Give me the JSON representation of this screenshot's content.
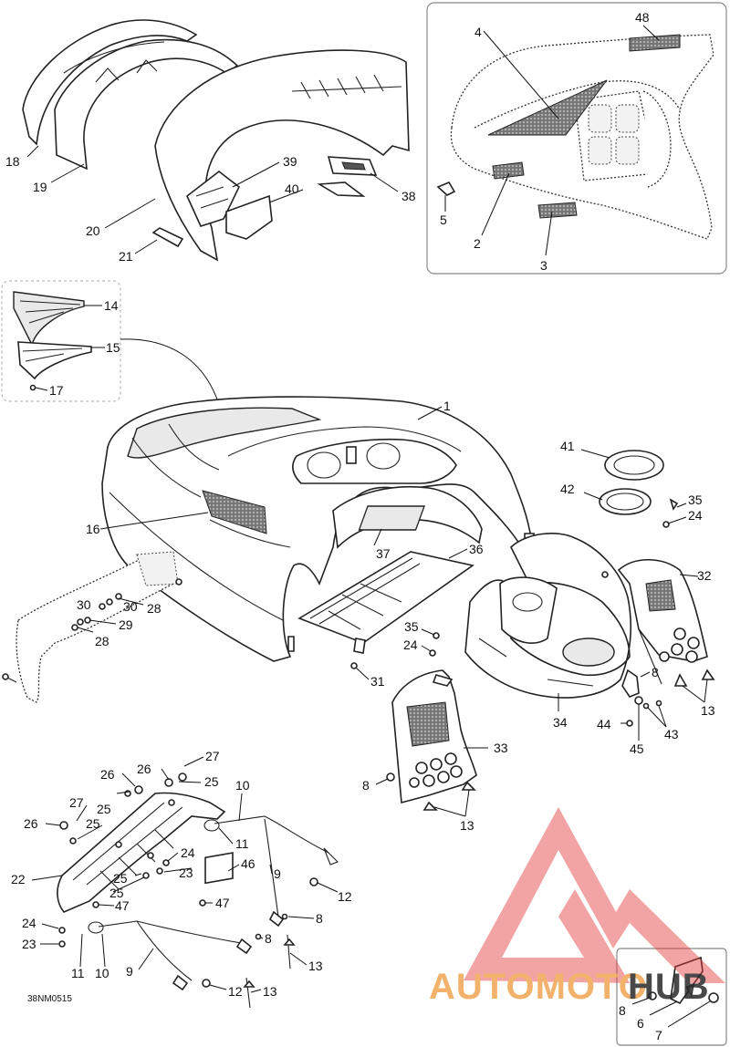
{
  "diagram_code": "38NM0515",
  "watermark": {
    "brand_part1": "AUTOMOTO",
    "brand_part2": "HUB",
    "color_orange": "#f2a553",
    "color_red": "#e33c3c",
    "color_dark": "#2a2a2a"
  },
  "callouts": {
    "c1": "1",
    "c2": "2",
    "c3": "3",
    "c4": "4",
    "c5": "5",
    "c6": "6",
    "c7": "7",
    "c8a": "8",
    "c8b": "8",
    "c8c": "8",
    "c8d": "8",
    "c8e": "8",
    "c9a": "9",
    "c9b": "9",
    "c10a": "10",
    "c10b": "10",
    "c11a": "11",
    "c11b": "11",
    "c12a": "12",
    "c12b": "12",
    "c13a": "13",
    "c13b": "13",
    "c13c": "13",
    "c13d": "13",
    "c14": "14",
    "c15": "15",
    "c16": "16",
    "c17": "17",
    "c18": "18",
    "c19": "19",
    "c20": "20",
    "c21": "21",
    "c22": "22",
    "c23a": "23",
    "c23b": "23",
    "c24a": "24",
    "c24b": "24",
    "c24c": "24",
    "c24d": "24",
    "c25a": "25",
    "c25b": "25",
    "c25c": "25",
    "c25d": "25",
    "c25e": "25",
    "c26a": "26",
    "c26b": "26",
    "c26c": "26",
    "c27a": "27",
    "c27b": "27",
    "c28a": "28",
    "c28b": "28",
    "c29": "29",
    "c30a": "30",
    "c30b": "30",
    "c31": "31",
    "c32": "32",
    "c33": "33",
    "c34": "34",
    "c35a": "35",
    "c35b": "35",
    "c36": "36",
    "c37": "37",
    "c38": "38",
    "c39": "39",
    "c40": "40",
    "c41": "41",
    "c42": "42",
    "c43": "43",
    "c44": "44",
    "c45": "45",
    "c46": "46",
    "c47a": "47",
    "c47b": "47",
    "c48": "48"
  }
}
